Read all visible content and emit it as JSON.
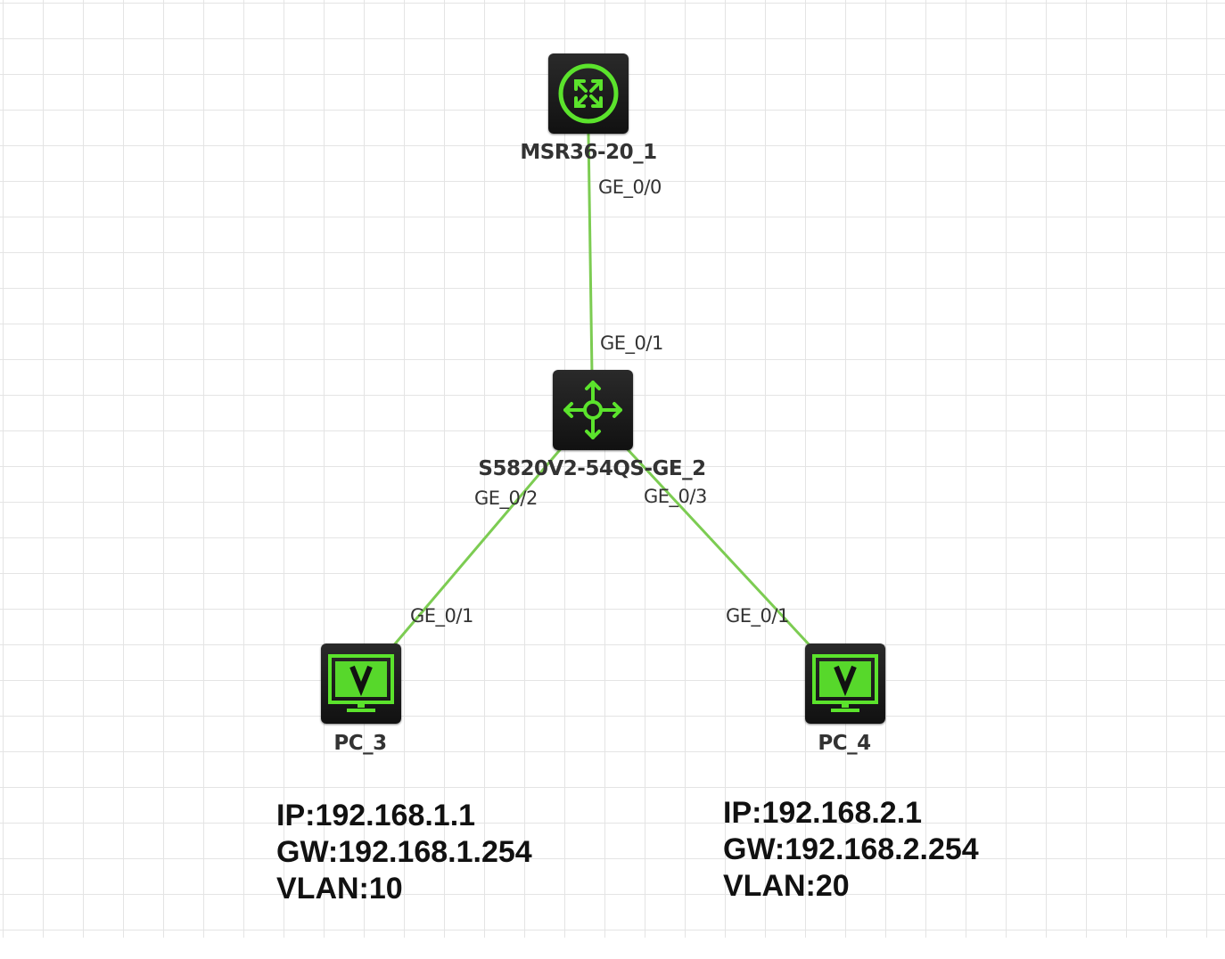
{
  "colors": {
    "link": "#7ccc52",
    "icon_accent": "#5be32c",
    "device_body": "#1a1a1a",
    "grid": "#e4e4e4"
  },
  "devices": {
    "router": {
      "name": "MSR36-20_1",
      "icon": "router-icon"
    },
    "switch": {
      "name": "S5820V2-54QS-GE_2",
      "icon": "switch-icon"
    },
    "pc3": {
      "name": "PC_3",
      "icon": "pc-icon"
    },
    "pc4": {
      "name": "PC_4",
      "icon": "pc-icon"
    }
  },
  "links": [
    {
      "from": "router",
      "to": "switch",
      "from_port": "GE_0/0",
      "to_port": "GE_0/1"
    },
    {
      "from": "switch",
      "to": "pc3",
      "from_port": "GE_0/2",
      "to_port": "GE_0/1"
    },
    {
      "from": "switch",
      "to": "pc4",
      "from_port": "GE_0/3",
      "to_port": "GE_0/1"
    }
  ],
  "hosts": {
    "pc3": {
      "ip": "IP:192.168.1.1",
      "gw": "GW:192.168.1.254",
      "vlan": "VLAN:10"
    },
    "pc4": {
      "ip": "IP:192.168.2.1",
      "gw": "GW:192.168.2.254",
      "vlan": "VLAN:20"
    }
  }
}
